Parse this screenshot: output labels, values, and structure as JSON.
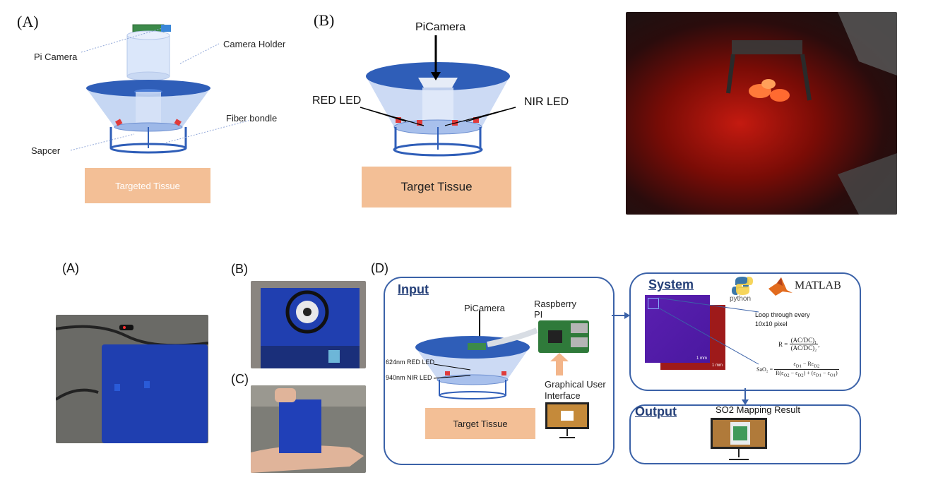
{
  "top_panel_a": {
    "letter": "(A)",
    "labels": {
      "pi_camera": "Pi Camera",
      "camera_holder": "Camera Holder",
      "fiber": "Fiber bondle",
      "spacer": "Sapcer",
      "tissue": "Targeted Tissue"
    }
  },
  "top_panel_b": {
    "letter": "(B)",
    "labels": {
      "picamera": "PiCamera",
      "red_led": "RED LED",
      "nir_led": "NIR LED",
      "tissue": "Target Tissue"
    }
  },
  "bottom": {
    "letter_a": "(A)",
    "letter_b": "(B)",
    "letter_c": "(C)",
    "letter_d": "(D)",
    "input": {
      "title": "Input",
      "picamera": "PiCamera",
      "raspberry": "Raspberry",
      "pi": "PI",
      "red_led": "624nm RED LED",
      "nir_led": "940nm NIR LED",
      "gui": "Graphical User",
      "gui2": "Interface",
      "tissue": "Target Tissue"
    },
    "system": {
      "title": "System",
      "python": "python",
      "matlab": "MATLAB",
      "loop1": "Loop through every",
      "loop2": "10x10 pixel",
      "scale1": "1 mm",
      "scale2": "1 mm"
    },
    "output": {
      "title": "Output",
      "result": "SO2 Mapping Result"
    }
  },
  "colors": {
    "accent_blue": "#3b62a8",
    "tissue": "#f3bf96",
    "led_red": "#e03b3b"
  }
}
